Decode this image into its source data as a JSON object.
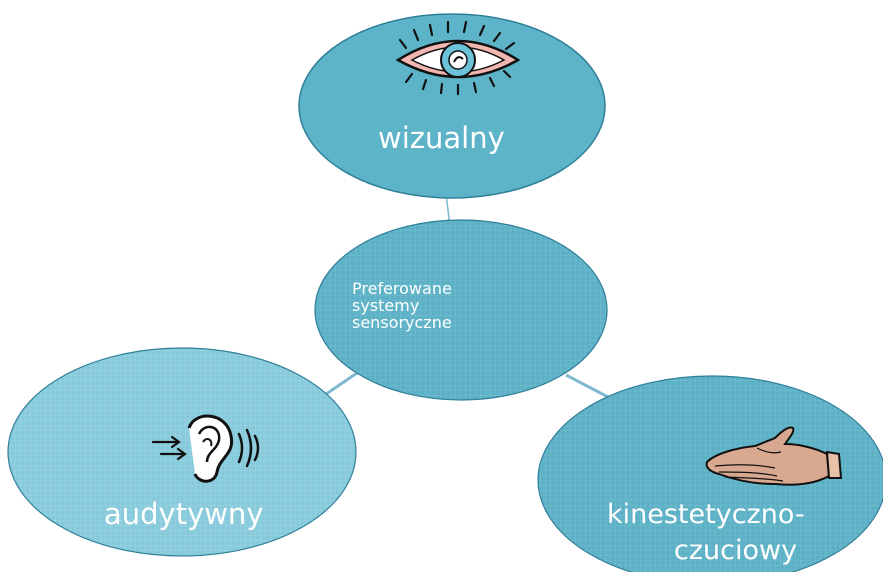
{
  "diagram": {
    "center": {
      "lines": [
        "Preferowane",
        "systemy",
        "sensoryczne"
      ]
    },
    "nodes": {
      "visual": {
        "label": "wizualny",
        "icon": "eye-icon"
      },
      "auditory": {
        "label": "audytywny",
        "icon": "ear-icon"
      },
      "kinesthetic": {
        "lines": [
          "kinestetyczno-",
          "czuciowy"
        ],
        "icon": "hand-icon"
      }
    },
    "colors": {
      "fill": "#5fb3c8",
      "fill_light": "#8ccfde",
      "line": "#7fb8d0",
      "text": "#ffffff"
    }
  }
}
